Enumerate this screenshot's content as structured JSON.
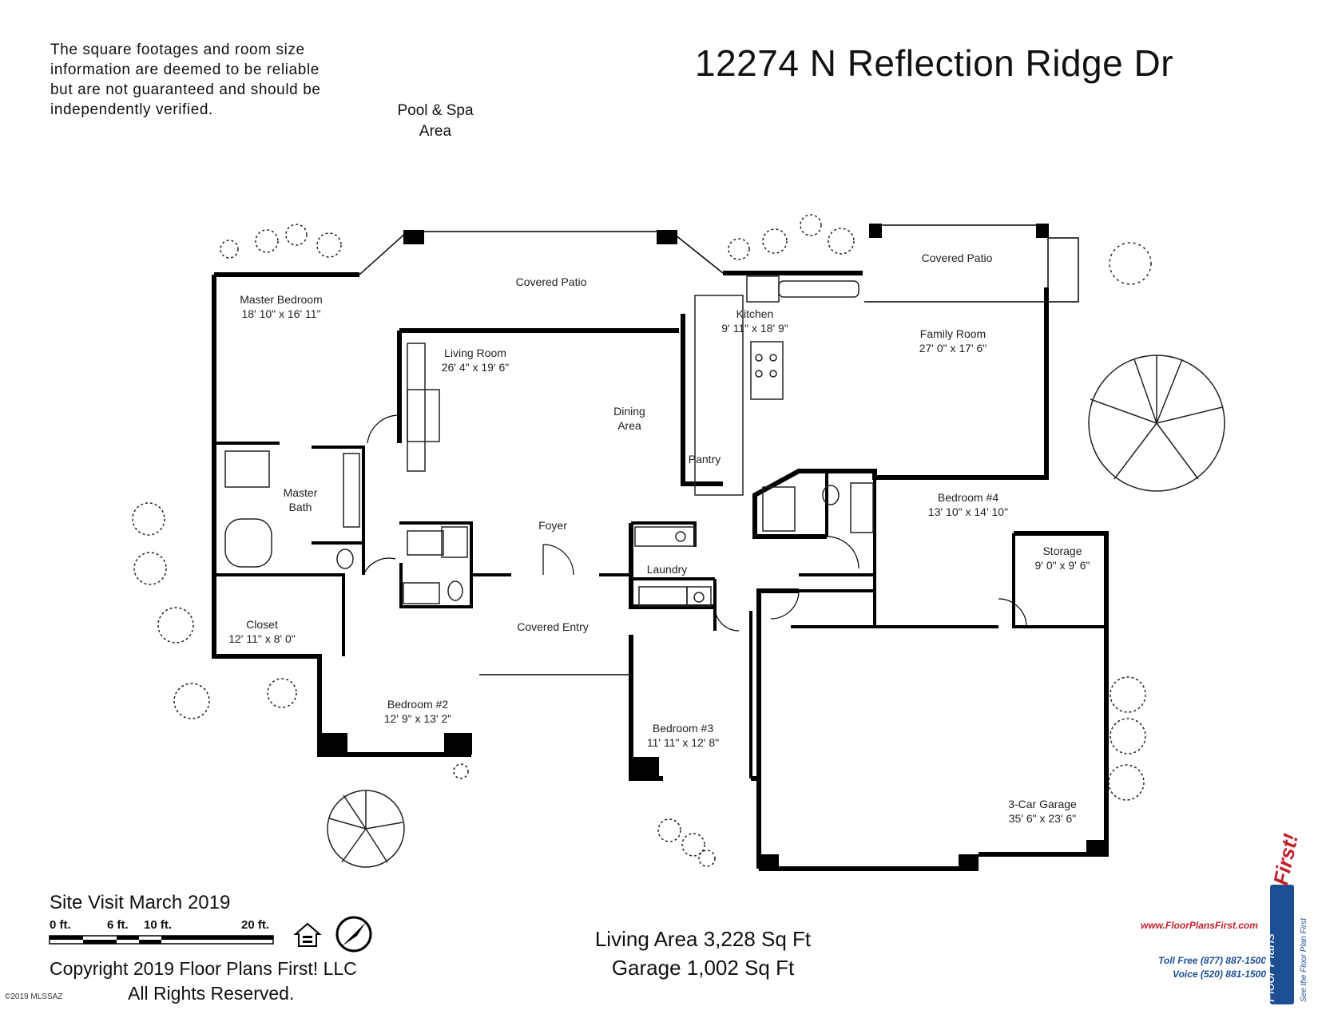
{
  "disclaimer": "The square footages and room size information are deemed to be reliable but are not guaranteed and should be independently verified.",
  "title": "12274 N Reflection Ridge Dr",
  "outdoor": {
    "pool_line1": "Pool & Spa",
    "pool_line2": "Area"
  },
  "rooms": {
    "master_bedroom": {
      "name": "Master Bedroom",
      "size": "18' 10\" x 16' 11\""
    },
    "covered_patio_main": {
      "name": "Covered Patio"
    },
    "living_room": {
      "name": "Living Room",
      "size": "26' 4\" x 19' 6\""
    },
    "kitchen": {
      "name": "Kitchen",
      "size": "9' 11\" x 18' 9\""
    },
    "covered_patio_family": {
      "name": "Covered Patio"
    },
    "family_room": {
      "name": "Family Room",
      "size": "27' 0\" x 17' 6\""
    },
    "dining": {
      "line1": "Dining",
      "line2": "Area"
    },
    "pantry": {
      "name": "Pantry"
    },
    "master_bath": {
      "line1": "Master",
      "line2": "Bath"
    },
    "foyer": {
      "name": "Foyer"
    },
    "bedroom4": {
      "name": "Bedroom #4",
      "size": "13' 10\" x 14' 10\""
    },
    "storage": {
      "name": "Storage",
      "size": "9' 0\" x 9' 6\""
    },
    "laundry": {
      "name": "Laundry"
    },
    "closet": {
      "name": "Closet",
      "size": "12' 11\" x 8' 0\""
    },
    "covered_entry": {
      "name": "Covered Entry"
    },
    "bedroom2": {
      "name": "Bedroom #2",
      "size": "12' 9\" x 13' 2\""
    },
    "bedroom3": {
      "name": "Bedroom #3",
      "size": "11' 11\" x 12' 8\""
    },
    "garage": {
      "name": "3-Car Garage",
      "size": "35' 6\" x 23' 6\""
    }
  },
  "site_visit": "Site Visit March 2019",
  "scale": {
    "labels": [
      "0 ft.",
      "6 ft.",
      "10 ft.",
      "20 ft."
    ],
    "ticks_ft": [
      0,
      6,
      10,
      20
    ]
  },
  "copyright_line1": "Copyright 2019 Floor Plans First! LLC",
  "copyright_line2": "All Rights Reserved.",
  "areas": {
    "living": "Living Area 3,228 Sq Ft",
    "garage": "Garage 1,002 Sq Ft"
  },
  "mls": "©2019 MLSSAZ",
  "brand": {
    "url": "www.FloorPlansFirst.com",
    "toll_free": "Toll Free (877) 887-1500",
    "voice": "Voice (520) 881-1500",
    "name": "Floor Plans",
    "first": "First!",
    "tagline": "See the Floor Plan First",
    "red": "#c0202a",
    "blue": "#1d4f94"
  }
}
